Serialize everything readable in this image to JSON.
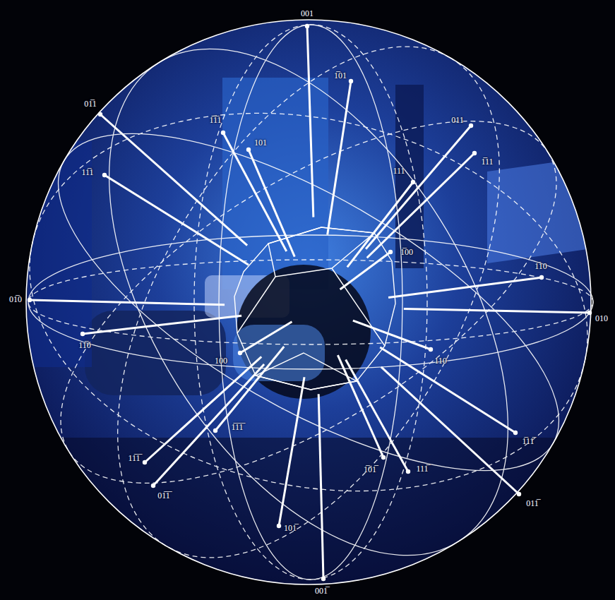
{
  "diagram": {
    "labels": [
      "001",
      "1̅01",
      "01̅1",
      "1̅1̅1",
      "101",
      "011",
      "1̅11",
      "11̅1",
      "111",
      "1̅00",
      "1̅10",
      "01̅0",
      "010",
      "11̅0",
      "100",
      "110",
      "1̅1̅1̅",
      "1̅11̅",
      "11̅1̅",
      "1̅01̅",
      "111̅",
      "01̅1̅",
      "011̅",
      "101̅",
      "001̅"
    ]
  }
}
